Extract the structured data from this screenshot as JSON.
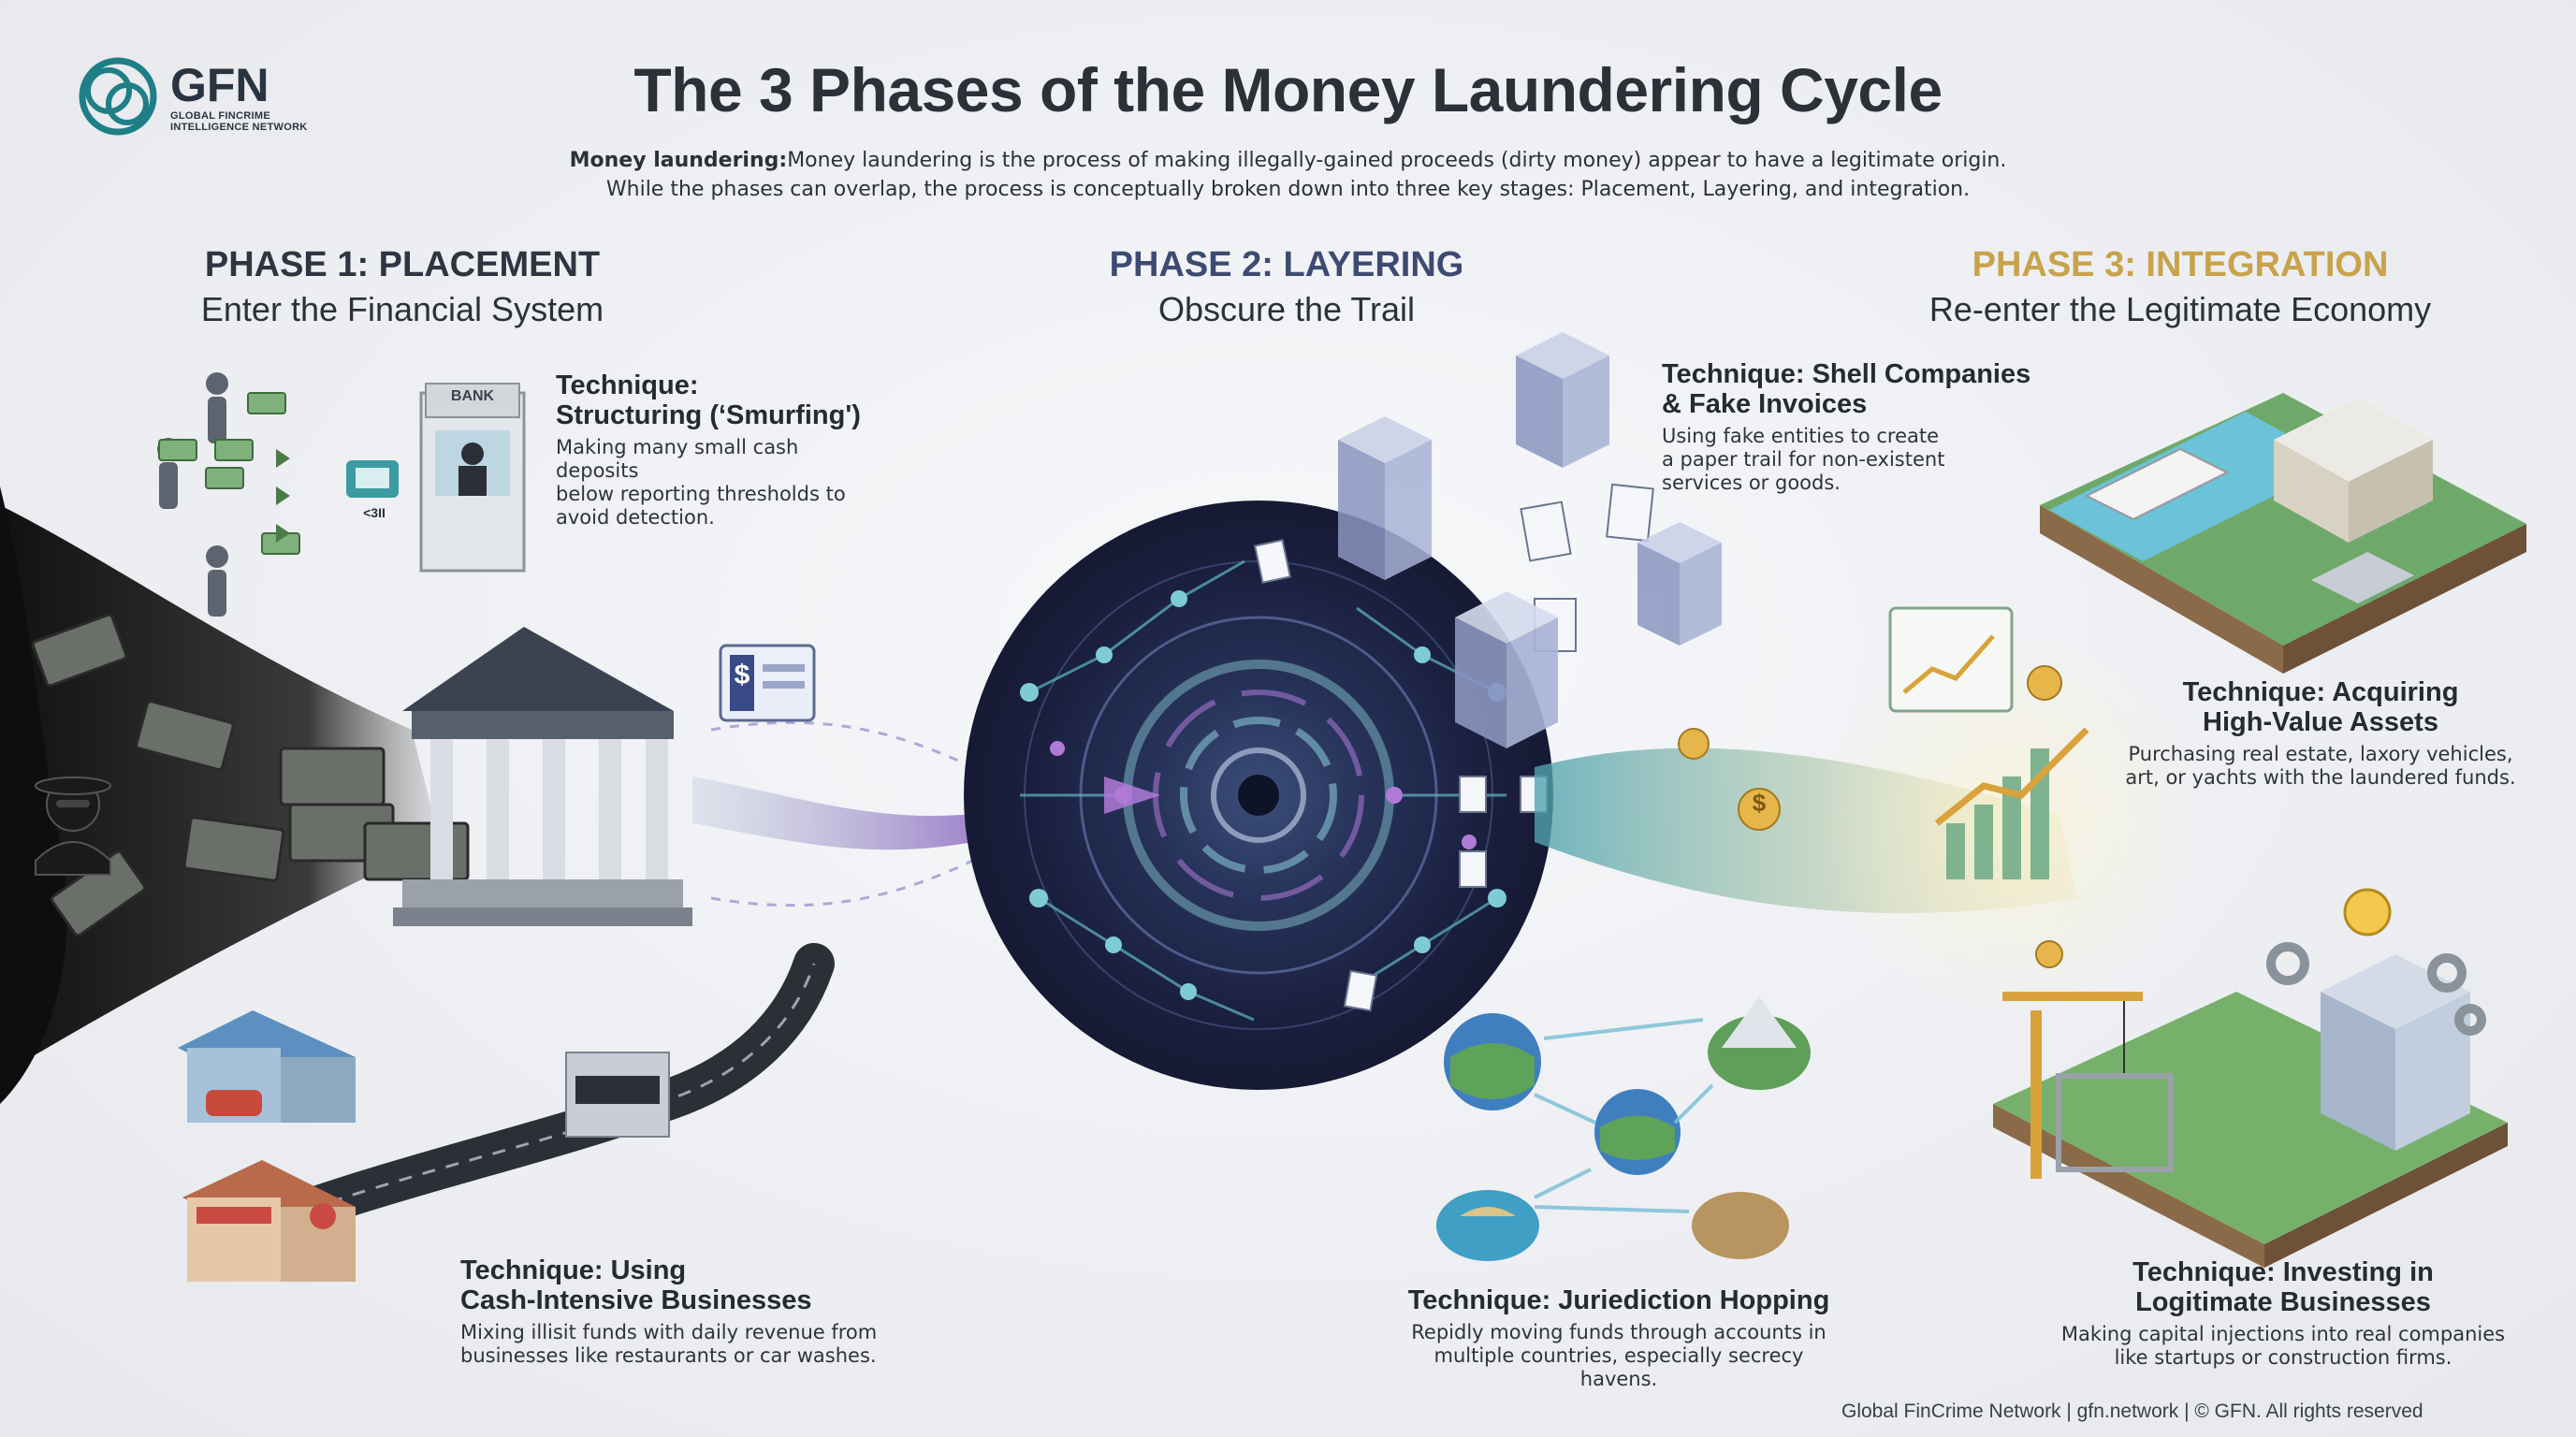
{
  "brand": {
    "logo_name": "GFN",
    "logo_tagline_line1": "GLOBAL FINCRIME",
    "logo_tagline_line2": "INTELLIGENCE NETWORK"
  },
  "title": "The 3 Phases of the Money Laundering Cycle",
  "intro": {
    "term": "Money laundering:",
    "line1": "Money laundering is the process of making illegally-gained proceeds (dirty money) appear to have a legitimate origin.",
    "line2": "While the phases can overlap, the process is conceptually broken down into three key stages: Placement, Layering, and integration."
  },
  "phases": [
    {
      "title": "PHASE 1: PLACEMENT",
      "subtitle": "Enter the Financial System",
      "color": "#2f3540"
    },
    {
      "title": "PHASE 2: LAYERING",
      "subtitle": "Obscure the Trail",
      "color": "#3d4a72"
    },
    {
      "title": "PHASE 3: INTEGRATION",
      "subtitle": "Re-enter the Legitimate Economy",
      "color": "#c9a24a"
    }
  ],
  "techniques": {
    "structuring": {
      "title_line1": "Technique:",
      "title_line2": "Structuring (‘Smurfing')",
      "desc": [
        "Making many small cash deposits",
        "below reporting thresholds to",
        "avoid detection."
      ]
    },
    "cash_business": {
      "title_line1": "Technique: Using",
      "title_line2": "Cash-Intensive Businesses",
      "desc": [
        "Mixing illisit funds with daily revenue from",
        "businesses like restaurants or car washes."
      ]
    },
    "shell": {
      "title_line1": "Technique: Shell Companies",
      "title_line2": "& Fake Invoices",
      "desc": [
        "Using fake entities to create",
        "a paper trail for non-existent",
        "services or goods."
      ]
    },
    "jurisdiction": {
      "title_line1": "Technique: Juriediction Hopping",
      "desc": [
        "Repidly moving funds through accounts in",
        "multiple countries, especially secrecy havens."
      ]
    },
    "assets": {
      "title_line1": "Technique: Acquiring",
      "title_line2": "High-Value Assets",
      "desc": [
        "Purchasing real estate, laxory vehicles,",
        "art, or yachts with the laundered funds."
      ]
    },
    "investing": {
      "title_line1": "Technique: Investing in",
      "title_line2": "Logitimate Businesses",
      "desc": [
        "Making capital injections into real companies",
        "like startups or construction firms."
      ]
    }
  },
  "illustration_labels": {
    "bank_kiosk": "BANK",
    "atm_amount": "<3II",
    "money_symbol": "$"
  },
  "footer": "Global FinCrime Network | gfn.network | © GFN. All rights reserved",
  "colors": {
    "accent_teal": "#1f7f86",
    "layering_navy": "#1b1f3d",
    "integration_gold": "#c9a24a",
    "money_green": "#6f9a6a"
  }
}
